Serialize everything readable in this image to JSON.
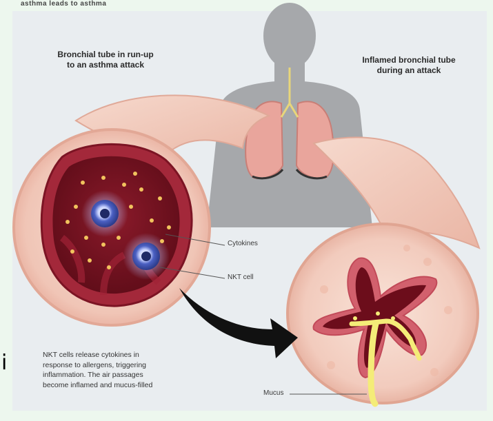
{
  "figure": {
    "title_clipped": "asthma leads to asthma",
    "left_heading": "Bronchial tube in run-up\nto an asthma attack",
    "right_heading": "Inflamed bronchial tube\nduring an attack",
    "labels": {
      "cytokines": "Cytokines",
      "nkt_cell": "NKT cell",
      "mucus": "Mucus"
    },
    "description": "NKT cells release cytokines in\nresponse to allergens, triggering\ninflammation. The air passages\nbecome inflamed and mucus-filled",
    "stray_glyph": "i"
  },
  "colors": {
    "background": "#edf7ee",
    "panel": "#e8ecef",
    "silhouette": "#a5a7aa",
    "lung": "#e7a39b",
    "tube": "#f3cfc2",
    "tube_edge": "#e2ab9c",
    "lumen": "#7a1322",
    "mucus": "#f2ea74",
    "cell": "#5a6fc9",
    "arrow": "#111111"
  }
}
